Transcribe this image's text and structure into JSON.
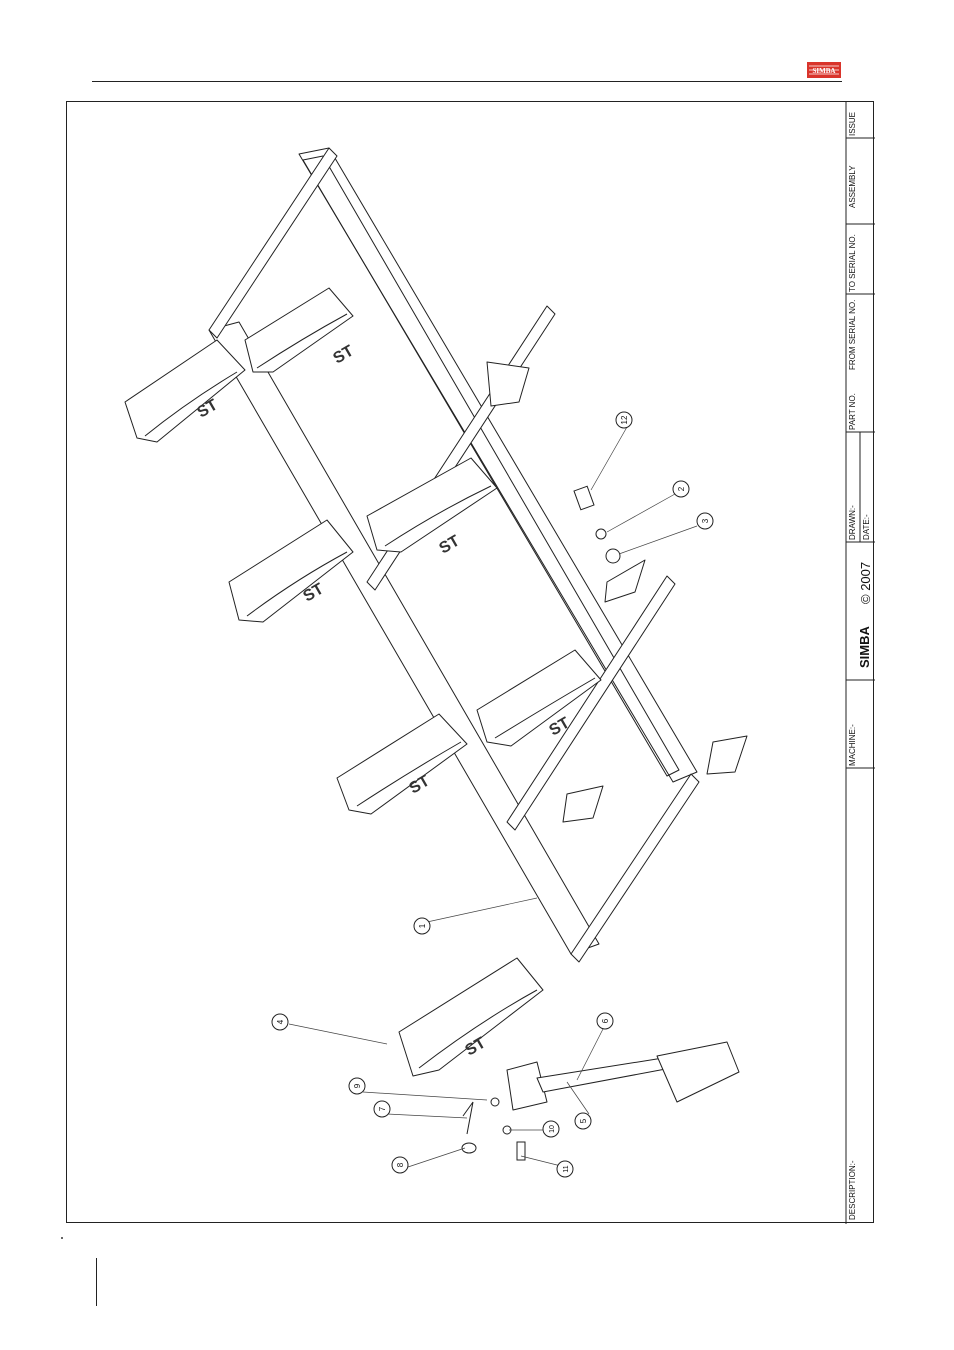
{
  "header": {
    "logo_text": "SIMBA",
    "logo_color": "#d9342b"
  },
  "title_block": {
    "issue_label": "ISSUE",
    "assembly_label": "ASSEMBLY",
    "to_serial_label": "TO SERIAL NO.",
    "from_serial_label": "FROM SERIAL NO.",
    "part_no_label": "PART NO.",
    "drawn_label": "DRAWN:-",
    "date_label": "DATE:-",
    "copyright": "© 2007",
    "brand": "SIMBA",
    "machine_label": "MACHINE:-",
    "description_label": "DESCRIPTION:-"
  },
  "drawing": {
    "frame_stamp": "ST",
    "callouts": [
      "1",
      "2",
      "3",
      "4",
      "5",
      "6",
      "7",
      "8",
      "9",
      "10",
      "11",
      "12"
    ]
  }
}
